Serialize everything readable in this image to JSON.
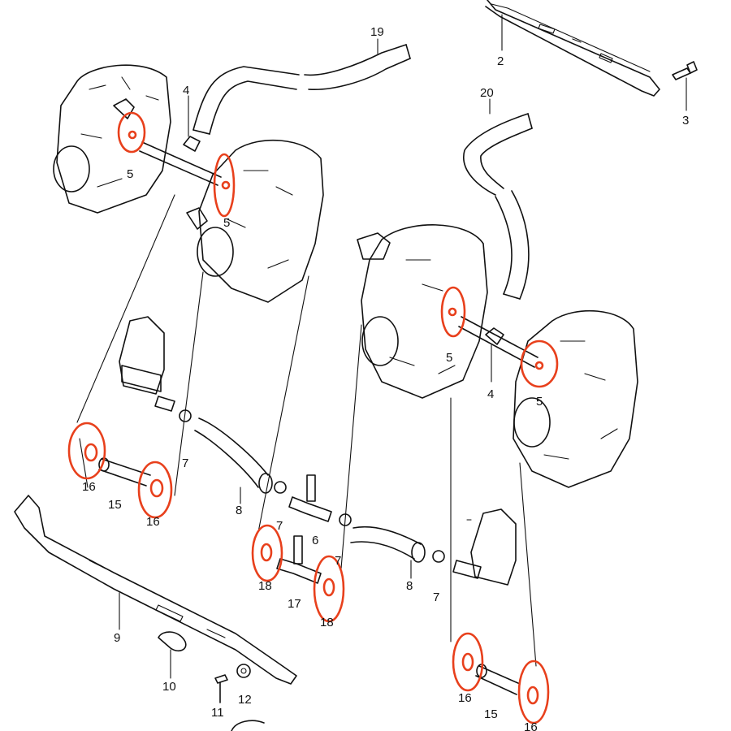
{
  "diagram": {
    "highlight_color": "#e8401c",
    "line_color": "#111111",
    "background": "#ffffff",
    "labels": {
      "p19": "19",
      "p2": "2",
      "p3": "3",
      "p20": "20",
      "p4a": "4",
      "p5a": "5",
      "p5b": "5",
      "p5c": "5",
      "p5d": "5",
      "p4b": "4",
      "p7a": "7",
      "p7b": "7",
      "p7c": "7",
      "p7d": "7",
      "p16a": "16",
      "p15a": "15",
      "p16b": "16",
      "p8a": "8",
      "p8b": "8",
      "p6": "6",
      "p18a": "18",
      "p18b": "18",
      "p17": "17",
      "p9": "9",
      "p10": "10",
      "p11": "11",
      "p12": "12",
      "p16c": "16",
      "p15b": "15",
      "p16d": "16"
    }
  }
}
